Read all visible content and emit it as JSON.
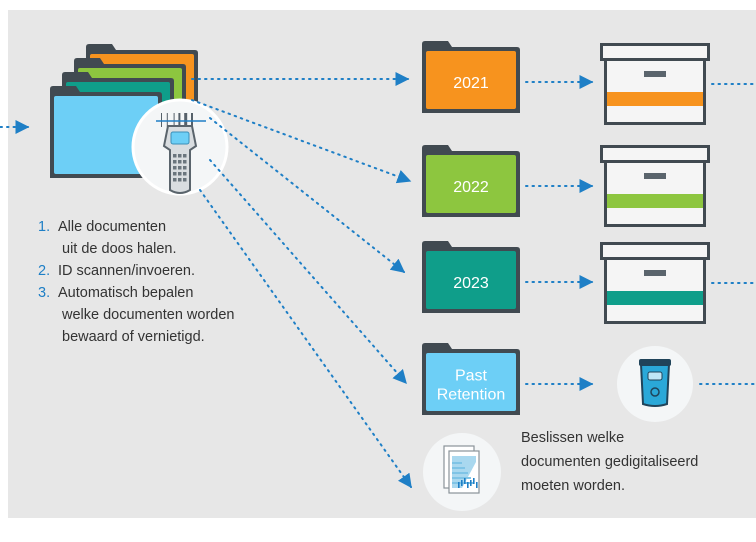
{
  "colors": {
    "background_panel": "#e7e7e7",
    "folder_dark": "#414a51",
    "arrow_blue": "#1e7fc6",
    "folder_orange": "#f7931e",
    "folder_green": "#8dc63f",
    "folder_teal": "#0f9e8a",
    "folder_lightblue": "#6dcff6",
    "box_white": "#f5f5f5"
  },
  "steps": [
    {
      "num": "1.",
      "lines": [
        "Alle documenten",
        "uit de doos halen."
      ]
    },
    {
      "num": "2.",
      "lines": [
        "ID scannen/invoeren."
      ]
    },
    {
      "num": "3.",
      "lines": [
        "Automatisch bepalen",
        "welke documenten worden",
        "bewaard of vernietigd."
      ]
    }
  ],
  "folders": [
    {
      "label_lines": [
        "2021"
      ],
      "color": "#f7931e",
      "outcome": "archive-box"
    },
    {
      "label_lines": [
        "2022"
      ],
      "color": "#8dc63f",
      "outcome": "archive-box"
    },
    {
      "label_lines": [
        "2023"
      ],
      "color": "#0f9e8a",
      "outcome": "archive-box"
    },
    {
      "label_lines": [
        "Past",
        "Retention"
      ],
      "color": "#6dcff6",
      "outcome": "shred-bin"
    }
  ],
  "digitize": {
    "icon": "scanned-document-icon",
    "lines": [
      "Beslissen welke",
      "documenten gedigitaliseerd",
      "moeten worden."
    ]
  },
  "icons": [
    "document-folder-stack-icon",
    "barcode-scanner-icon",
    "archive-box-icon",
    "shred-bin-icon",
    "scanned-document-icon"
  ]
}
